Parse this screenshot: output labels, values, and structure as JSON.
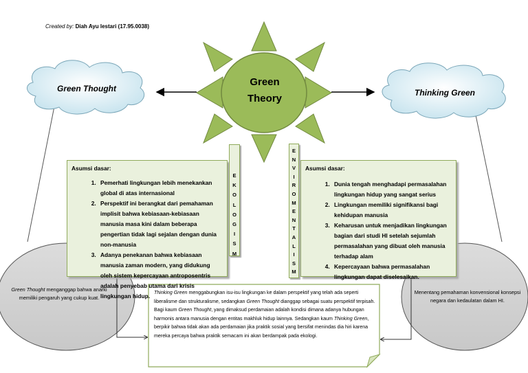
{
  "credit": {
    "label": "Created by:",
    "value": " Diah Ayu lestari (17.95.0038)"
  },
  "sun": {
    "title_line1": "Green",
    "title_line2": "Theory"
  },
  "left_cloud": {
    "label": "Green Thought"
  },
  "right_cloud": {
    "label": "Thinking Green"
  },
  "left_box": {
    "heading": "Asumsi dasar:",
    "items": [
      "Pemerhati lingkungan lebih menekankan global di atas internasional",
      "Perspektif ini berangkat dari pemahaman implisit bahwa kebiasaan-kebiasaan manusia masa kini dalam beberapa pengertian tidak lagi sejalan dengan dunia non-manusia",
      "Adanya penekanan bahwa kebiasaan manusia zaman modern, yang didukung oleh sistem kepercayaan antroposentris adalah penyebab utama dari krisis lingkungan hidup."
    ]
  },
  "right_box": {
    "heading": "Asumsi dasar:",
    "items": [
      "Dunia tengah menghadapi permasalahan lingkungan hidup yang sangat serius",
      "Lingkungan memiliki signifikansi bagi kehidupan manusia",
      "Keharusan untuk menjadikan lingkungan bagian dari studi HI setelah sejumlah permasalahan yang dibuat oleh manusia terhadap alam",
      "Kepercayaan bahwa permasalahan lingkungan dapat diselesaikan."
    ]
  },
  "left_vertical": [
    "E",
    "K",
    "O",
    "L",
    "O",
    "G",
    "I",
    "S",
    "M"
  ],
  "right_vertical": [
    "E",
    "N",
    "V",
    "I",
    "R",
    "O",
    "M",
    "E",
    "N",
    "T",
    "A",
    "L",
    "I",
    "S",
    "M"
  ],
  "left_oval": {
    "emph": "Green Thought",
    "text": " menganggap bahwa anarki memiliki pengaruh yang cukup kuat."
  },
  "right_oval": {
    "text": "Menentang pemahaman konvensional konsepsi negara dan kedaulatan dalam HI."
  },
  "center_box": {
    "p1_a": "Thinking Green",
    "p1_b": " menggabungkan isu-isu lingkungan ke dalam perspektif yang telah ada seperti liberalisme dan strukturalisme, sedangkan ",
    "p1_c": "Green Thought",
    "p1_d": " dianggap sebagai suatu perspektif terpisah.  Bagi kaum ",
    "p1_e": "Green Thought",
    "p1_f": ", yang dimaksud perdamaian adalah kondisi dimana adanya hubungan harmonis antara manusia dengan entitas makhluk hidup lainnya. Sedangkan kaum ",
    "p1_g": "Thinking Green",
    "p1_h": ", berpikir bahwa tidak akan ada perdamaian jika praktik sosial yang bersifat menindas dia hiri karena mereka percaya bahwa praktik semacam ini akan berdampak pada ekologi."
  },
  "colors": {
    "sun": "#9bbb59",
    "sun_stroke": "#71893f",
    "box_fill": "#eaf1dd",
    "cloud_fill": "#dbeef4",
    "oval_fill": "#d9d9d9"
  }
}
